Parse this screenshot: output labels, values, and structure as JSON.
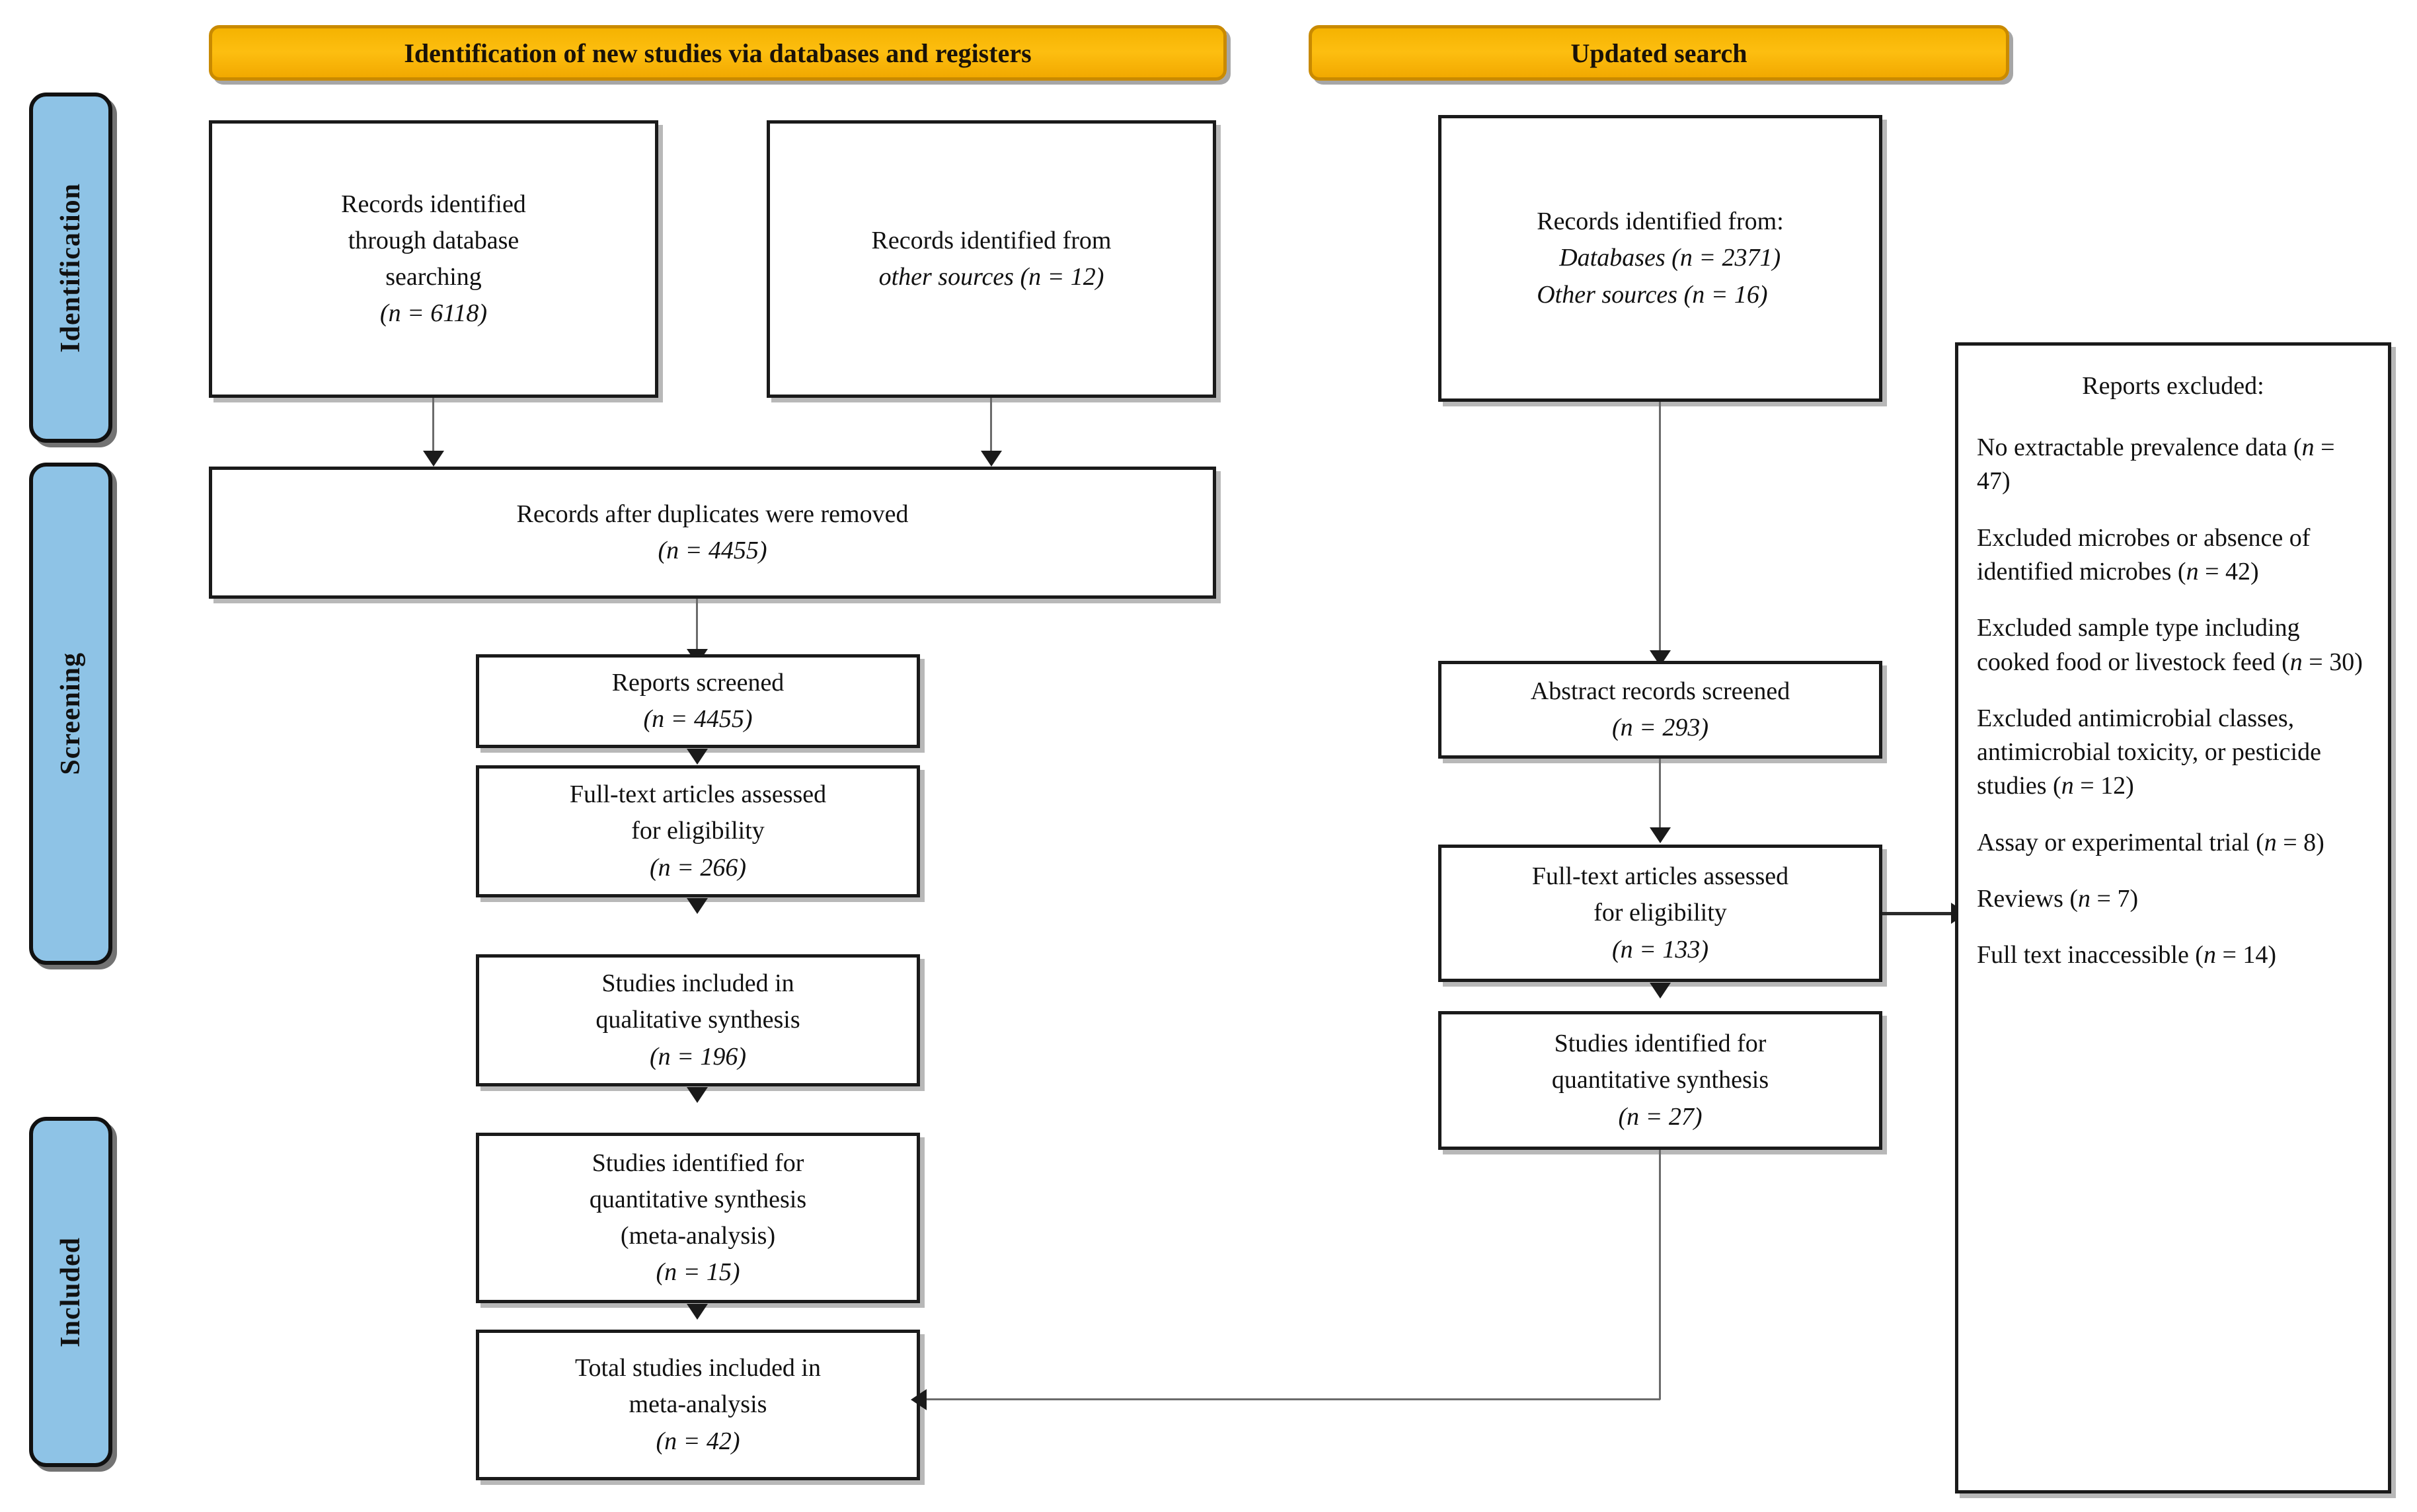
{
  "colors": {
    "stage_fill": "#8EC3E6",
    "banner_fill": "#F5B301",
    "box_border": "#1a1a1a",
    "connector": "#2a2a2a"
  },
  "stages": [
    {
      "label": "Identification"
    },
    {
      "label": "Screening"
    },
    {
      "label": "Included"
    }
  ],
  "banners": {
    "left": "Identification of new studies via databases and registers",
    "right": "Updated search"
  },
  "left_column": {
    "db_search": {
      "line1": "Records identified",
      "line2": "through database",
      "line3": "searching",
      "count": "(n = 6118)"
    },
    "other_sources": {
      "line1": "Records identified from",
      "line2": "other sources (n = 12)"
    },
    "duplicates_removed": {
      "line1": "Records after duplicates were removed",
      "count": "(n = 4455)"
    },
    "reports_screened": {
      "line1": "Reports screened",
      "count": "(n = 4455)"
    },
    "fulltext_assessed": {
      "line1": "Full-text articles assessed",
      "line2": "for eligibility",
      "count": "(n = 266)"
    },
    "qualitative_synthesis": {
      "line1": "Studies included in",
      "line2": "qualitative synthesis",
      "count": "(n = 196)"
    },
    "quantitative_synthesis": {
      "line1": "Studies identified for",
      "line2": "quantitative synthesis",
      "line3": "(meta-analysis)",
      "count": "(n = 15)"
    },
    "total_included": {
      "line1": "Total studies included in",
      "line2": "meta-analysis",
      "count": "(n = 42)"
    }
  },
  "right_column": {
    "records_identified": {
      "line1": "Records identified from:",
      "line2": "Databases (n = 2371)",
      "line3": "Other sources (n = 16)"
    },
    "abstract_screened": {
      "line1": "Abstract records screened",
      "count": "(n = 293)"
    },
    "fulltext_assessed": {
      "line1": "Full-text articles assessed",
      "line2": "for eligibility",
      "count": "(n = 133)"
    },
    "quantitative_synthesis": {
      "line1": "Studies identified for",
      "line2": "quantitative synthesis",
      "count": "(n = 27)"
    }
  },
  "reports_excluded": {
    "title": "Reports excluded:",
    "items": [
      "No extractable prevalence data (n = 47)",
      "Excluded microbes or absence of identified microbes (n = 42)",
      "Excluded sample type including cooked food or livestock feed (n = 30)",
      "Excluded antimicrobial classes, antimicrobial toxicity, or pesticide studies (n = 12)",
      "Assay or experimental trial (n = 8)",
      "Reviews (n = 7)",
      "Full text inaccessible (n = 14)"
    ]
  }
}
